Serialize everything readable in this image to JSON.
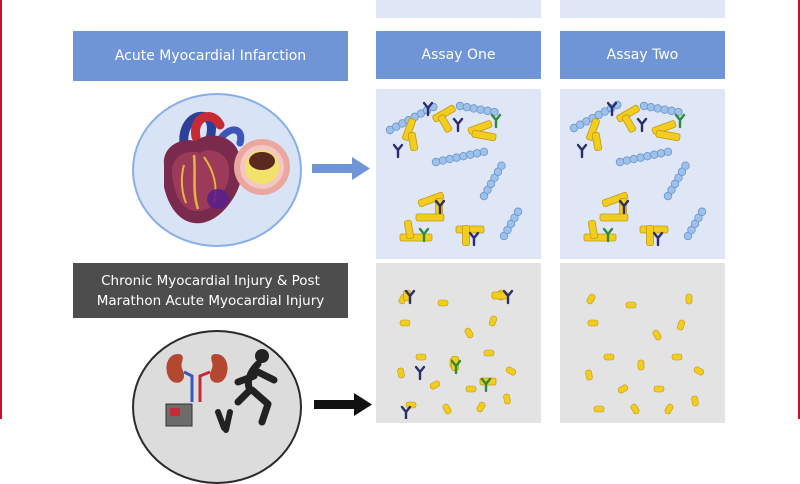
{
  "rows": [
    {
      "label": "Acute Myocardial Infarction",
      "illustration": "heart-with-artery-cross-section",
      "arrow_color": "#6f95d6"
    },
    {
      "label_lines": [
        "Chronic Myocardial Injury & Post",
        "Marathon Acute Myocardial Injury"
      ],
      "illustration": "kidneys-runner-dialysis",
      "arrow_color": "#111111"
    }
  ],
  "assays": [
    {
      "label": "Assay One"
    },
    {
      "label": "Assay Two"
    }
  ],
  "colors": {
    "accent_blue": "#6f95d6",
    "panel_blue": "#dfe6f5",
    "panel_grey": "#e3e3e3",
    "label_dark": "#4d4d4d",
    "frame_red": "#c8102e",
    "troponin_yellow": "#f2cc1e",
    "chain_blue": "#9cc2ec",
    "antibody_navy": "#2c2e6b",
    "antibody_green": "#2f8a3c"
  }
}
